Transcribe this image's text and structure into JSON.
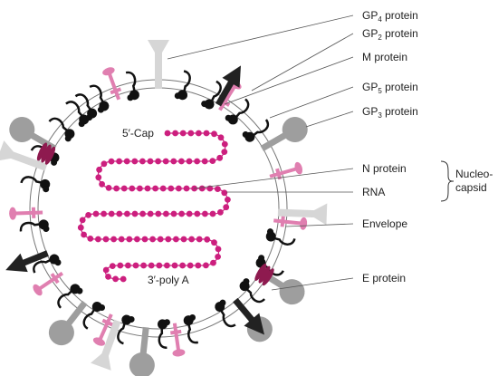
{
  "diagram": {
    "labels": {
      "gp4": {
        "prefix": "GP",
        "sub": "4",
        "suffix": " protein"
      },
      "gp2": {
        "prefix": "GP",
        "sub": "2",
        "suffix": " protein"
      },
      "m": "M protein",
      "gp5": {
        "prefix": "GP",
        "sub": "5",
        "suffix": " protein"
      },
      "gp3": {
        "prefix": "GP",
        "sub": "3",
        "suffix": " protein"
      },
      "n": "N protein",
      "rna": "RNA",
      "nucleocapsid_line1": "Nucleo-",
      "nucleocapsid_line2": "capsid",
      "envelope": "Envelope",
      "e": "E protein"
    },
    "inner_labels": {
      "cap": "5′-Cap",
      "polya": "3′-poly A"
    },
    "colors": {
      "membrane": "#777777",
      "m_protein": "#111111",
      "gp5": "#e07fb0",
      "gp3": "#9e9e9e",
      "gp2": "#222222",
      "gp4": "#d6d6d6",
      "e_protein": "#8e1a4f",
      "rna_beads": "#cc1f7e",
      "leader_line": "#555555"
    },
    "icons": [
      "virion-envelope",
      "m-protein-hook",
      "gp5-stalk",
      "gp3-lollipop",
      "gp2-arrow",
      "gp4-tshape",
      "e-protein-lobes",
      "rna-bead-chain"
    ]
  }
}
